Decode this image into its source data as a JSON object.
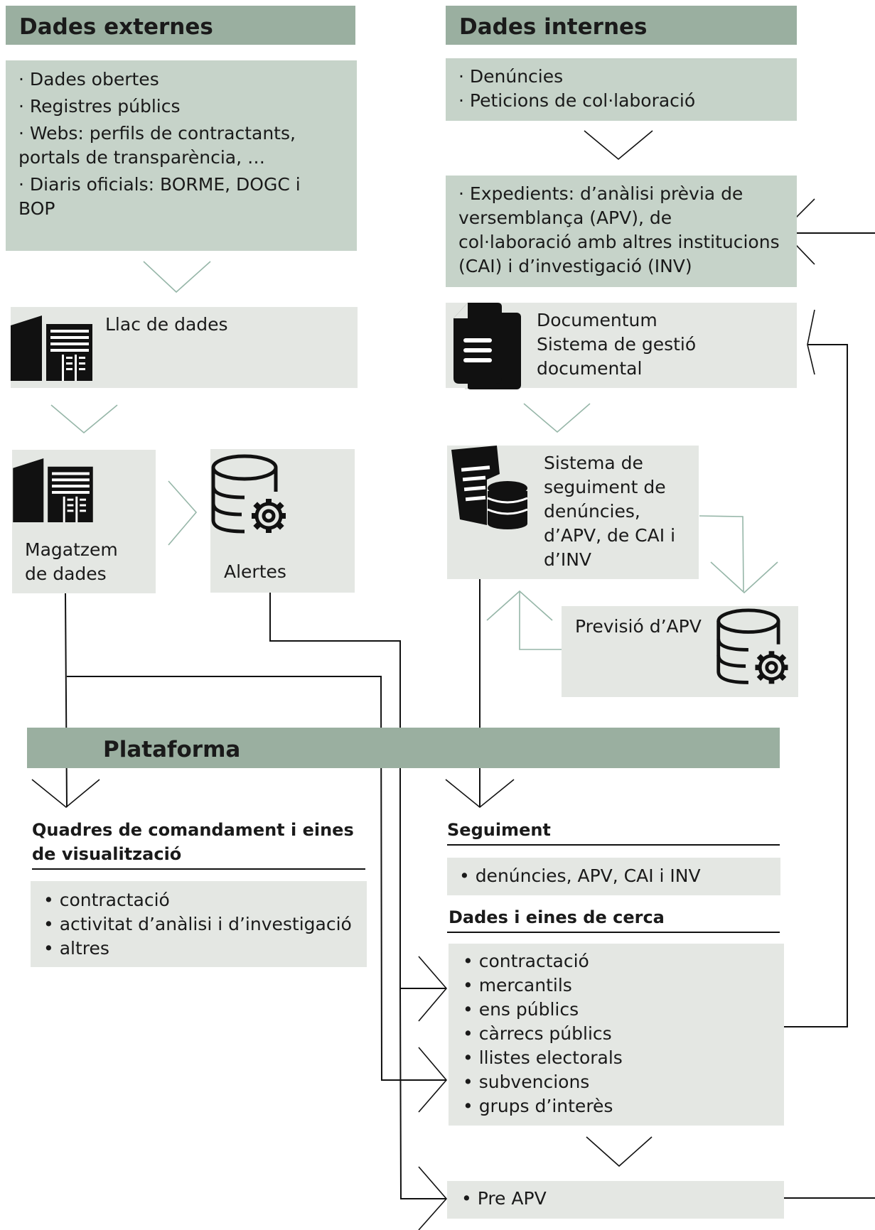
{
  "headers": {
    "external": "Dades externes",
    "internal": "Dades internes",
    "platform": "Plataforma"
  },
  "external_sources": [
    "· Dades obertes",
    "· Registres públics",
    "· Webs: perfils de contractants,",
    "portals de transparència, …",
    "· Diaris oficials: BORME, DOGC i",
    "BOP"
  ],
  "internal_sources": [
    "· Denúncies",
    "· Peticions de col·laboració"
  ],
  "expedients": [
    "· Expedients: d’anàlisi prèvia de",
    "versemblança (APV), de",
    "col·laboració amb altres institucions",
    "(CAI) i d’investigació (INV)"
  ],
  "data_lake": "Llac de dades",
  "documentum": [
    "Documentum",
    "Sistema de gestió",
    "documental"
  ],
  "warehouse": [
    "Magatzem",
    "de dades"
  ],
  "alerts": "Alertes",
  "tracking_system": [
    "Sistema de",
    "seguiment de",
    "denúncies,",
    "d’APV, de CAI i",
    "d’INV"
  ],
  "apv_forecast": "Previsió d’APV",
  "dashboards": {
    "title": [
      "Quadres de comandament i eines",
      "de visualització"
    ],
    "items": [
      "• contractació",
      "• activitat d’anàlisi i d’investigació",
      "• altres"
    ]
  },
  "monitoring": {
    "title": "Seguiment",
    "items": [
      "• denúncies, APV, CAI i INV"
    ]
  },
  "search": {
    "title": "Dades i eines de cerca",
    "items": [
      "• contractació",
      "• mercantils",
      "• ens públics",
      "• càrrecs públics",
      "• llistes electorals",
      "• subvencions",
      "• grups d’interès"
    ]
  },
  "pre_apv": "• Pre APV",
  "icons": [
    "server-building-icon",
    "database-gear-icon",
    "document-icon",
    "report-database-icon"
  ],
  "colors": {
    "header": "#9aafa0",
    "dark_box": "#c6d3c9",
    "light_box": "#e4e7e3",
    "chevron_green": "#96b6a8"
  }
}
